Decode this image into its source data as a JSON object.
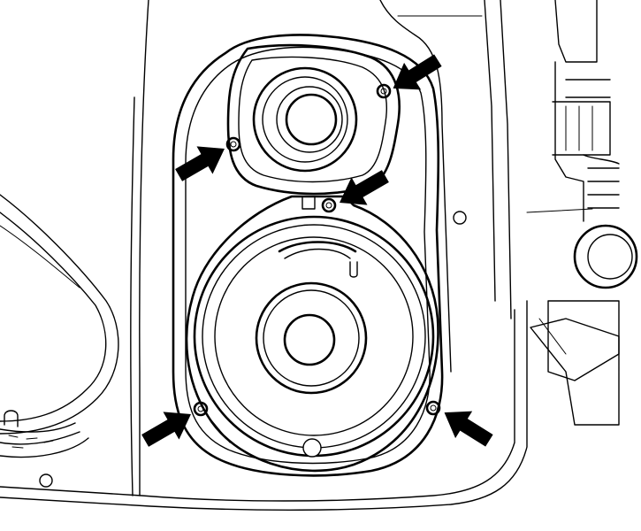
{
  "illustration": {
    "subject": "door-speaker-mounting",
    "ink_color": "#000000",
    "paper_color": "#ffffff",
    "indicator_arrows": 5,
    "mounting_screws": 5,
    "icons": [
      "arrow-icon",
      "screw-icon"
    ]
  }
}
